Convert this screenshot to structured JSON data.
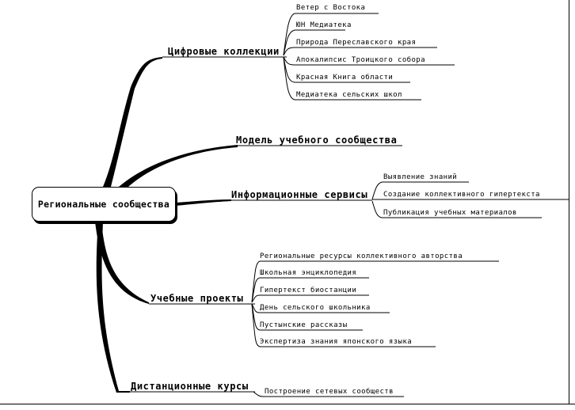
{
  "root": {
    "label": "Региональные сообщества"
  },
  "branches": [
    {
      "label": "Цифровые коллекции",
      "children": [
        "Ветер с Востока",
        "ЮН Медиатека",
        "Природа Переславского края",
        "Апокалипсис Троицкого собора",
        "Красная Книга области",
        "Медиатека сельских школ"
      ]
    },
    {
      "label": "Модель учебного сообщества",
      "children": []
    },
    {
      "label": "Информационные сервисы",
      "children": [
        "Выявление знаний",
        "Создание коллективного гипертекста",
        "Публикация учебных материалов"
      ]
    },
    {
      "label": "Учебные проекты",
      "children": [
        "Региональные ресурсы коллективного авторства",
        "Школьная энциклопедия",
        "Гипертекст биостанции",
        "День сельского школьника",
        "Пустынские рассказы",
        "Экспертиза знания японского языка"
      ]
    },
    {
      "label": "Дистанционные курсы",
      "children": [
        "Построение сетевых сообществ"
      ]
    }
  ]
}
